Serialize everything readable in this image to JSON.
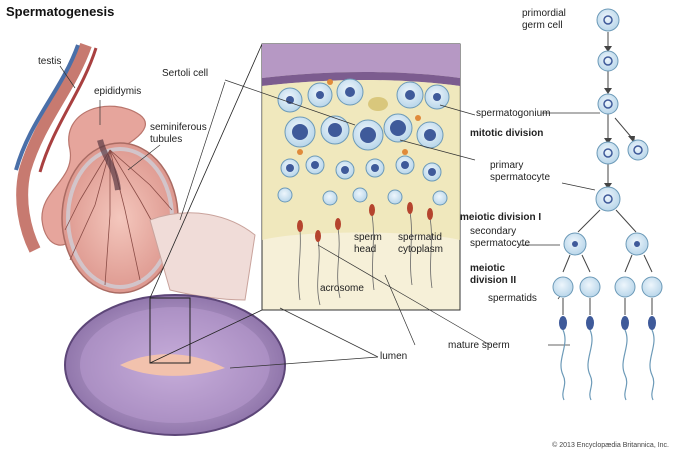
{
  "title": "Spermatogenesis",
  "labels": {
    "testis": "testis",
    "epididymis": "epididymis",
    "seminiferous_tubules": "seminiferous\ntubules",
    "sertoli_cell": "Sertoli cell",
    "lumen": "lumen",
    "acrosome": "acrosome",
    "sperm_head": "sperm\nhead",
    "spermatid_cytoplasm": "spermatid\ncytoplasm",
    "mature_sperm": "mature sperm",
    "primordial_germ_cell": "primordial\ngerm cell",
    "spermatogonium": "spermatogonium",
    "mitotic_division": "mitotic division",
    "primary_spermatocyte": "primary\nspermatocyte",
    "meiotic_division_1": "meiotic division I",
    "secondary_spermatocyte": "secondary\nspermatocyte",
    "meiotic_division_2": "meiotic\ndivision II",
    "spermatids": "spermatids"
  },
  "copyright": "© 2013 Encyclopædia Britannica, Inc.",
  "colors": {
    "cell_fill": "#cfe4f2",
    "cell_stroke": "#6c9ab8",
    "nucleus": "#3f5a9a",
    "tissue_pink": "#e9a7a1",
    "tubule_purple": "#8a6fa6",
    "panel_bg": "#f6f0d8"
  }
}
